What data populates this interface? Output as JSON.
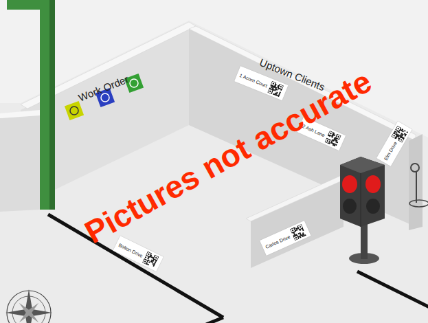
{
  "diagram": {
    "nodes": [
      {
        "text": [
          "1 Acorn Court"
        ]
      },
      {
        "text": [
          "2 Ash Lane"
        ]
      },
      {
        "text": [
          "Elm Drive"
        ]
      },
      {
        "text": [
          "Carlos Drive"
        ]
      },
      {
        "text": [
          "Bolton Drive"
        ]
      }
    ],
    "labels": [
      "Work Order",
      "Uptown Clients",
      "Pictures not accurate"
    ]
  }
}
